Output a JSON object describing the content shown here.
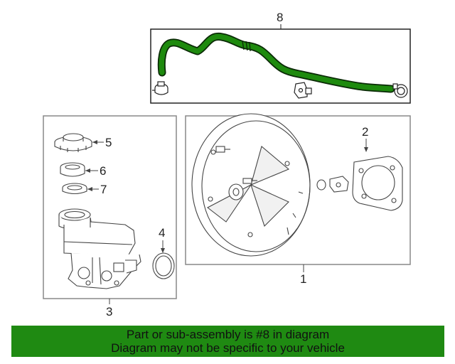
{
  "callouts": {
    "c1": "1",
    "c2": "2",
    "c3": "3",
    "c4": "4",
    "c5": "5",
    "c6": "6",
    "c7": "7",
    "c8": "8"
  },
  "banner": {
    "line1": "Part or sub-assembly is #8 in diagram",
    "line2": "Diagram may not be specific to your vehicle"
  },
  "colors": {
    "highlight_part": "#1e8a0e",
    "banner_bg": "#1f8a12",
    "banner_text": "#111111",
    "line_art": "#555555"
  }
}
